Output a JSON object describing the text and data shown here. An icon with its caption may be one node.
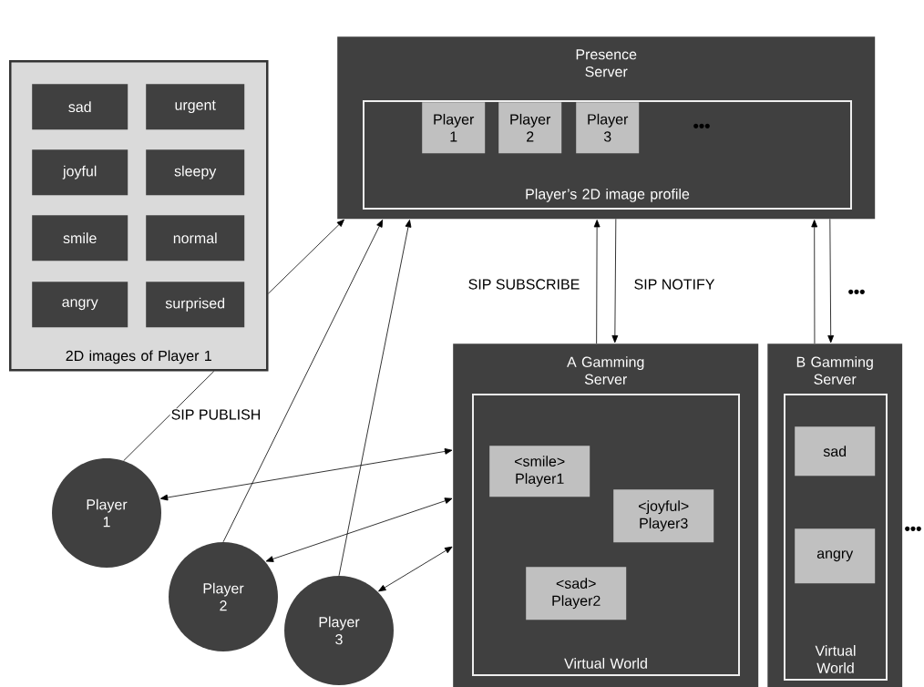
{
  "diagram": {
    "nodes": [
      {
        "text": [
          "Presence Server"
        ]
      },
      {
        "text": [
          "Player’s 2D image profile"
        ],
        "in": 0
      },
      {
        "text": [
          "Player 1"
        ],
        "in": 1
      },
      {
        "text": [
          "Player 2"
        ],
        "in": 1
      },
      {
        "text": [
          "Player 3"
        ],
        "in": 1
      },
      {
        "text": [
          "2D images of Player 1"
        ]
      },
      {
        "text": [
          "sad"
        ],
        "in": 5
      },
      {
        "text": [
          "urgent"
        ],
        "in": 5
      },
      {
        "text": [
          "joyful"
        ],
        "in": 5
      },
      {
        "text": [
          "sleepy"
        ],
        "in": 5
      },
      {
        "text": [
          "smile"
        ],
        "in": 5
      },
      {
        "text": [
          "normal"
        ],
        "in": 5
      },
      {
        "text": [
          "angry"
        ],
        "in": 5
      },
      {
        "text": [
          "surprised"
        ],
        "in": 5
      },
      {
        "text": [
          "A Gamming Server"
        ]
      },
      {
        "text": [
          "Virtual World"
        ],
        "in": 14
      },
      {
        "text": [
          "<smile> Player1"
        ],
        "in": 15
      },
      {
        "text": [
          "<joyful> Player3"
        ],
        "in": 15
      },
      {
        "text": [
          "<sad> Player2"
        ],
        "in": 15
      },
      {
        "text": [
          "B Gamming Server"
        ]
      },
      {
        "text": [
          "Virtual World"
        ],
        "in": 19
      },
      {
        "text": [
          "sad"
        ],
        "in": 20
      },
      {
        "text": [
          "angry"
        ],
        "in": 20
      },
      {
        "text": [
          "Player 1"
        ]
      },
      {
        "text": [
          "Player 2"
        ]
      },
      {
        "text": [
          "Player 3"
        ]
      }
    ],
    "edges": [
      {
        "from": 5,
        "to": 0,
        "arrow": "to"
      },
      {
        "from": 23,
        "to": 5,
        "arrow": "none",
        "label": "SIP PUBLISH"
      },
      {
        "from": 24,
        "to": 0,
        "arrow": "to"
      },
      {
        "from": 25,
        "to": 0,
        "arrow": "to"
      },
      {
        "from": 23,
        "to": 14,
        "arrow": "both"
      },
      {
        "from": 24,
        "to": 14,
        "arrow": "both"
      },
      {
        "from": 25,
        "to": 14,
        "arrow": "both"
      },
      {
        "from": 14,
        "to": 0,
        "arrow": "to",
        "label": "SIP SUBSCRIBE"
      },
      {
        "from": 0,
        "to": 14,
        "arrow": "to",
        "label": "SIP NOTIFY"
      },
      {
        "from": 19,
        "to": 0,
        "arrow": "to"
      },
      {
        "from": 0,
        "to": 19,
        "arrow": "to"
      }
    ],
    "labels": [
      "•••",
      "•••",
      "•••"
    ]
  }
}
